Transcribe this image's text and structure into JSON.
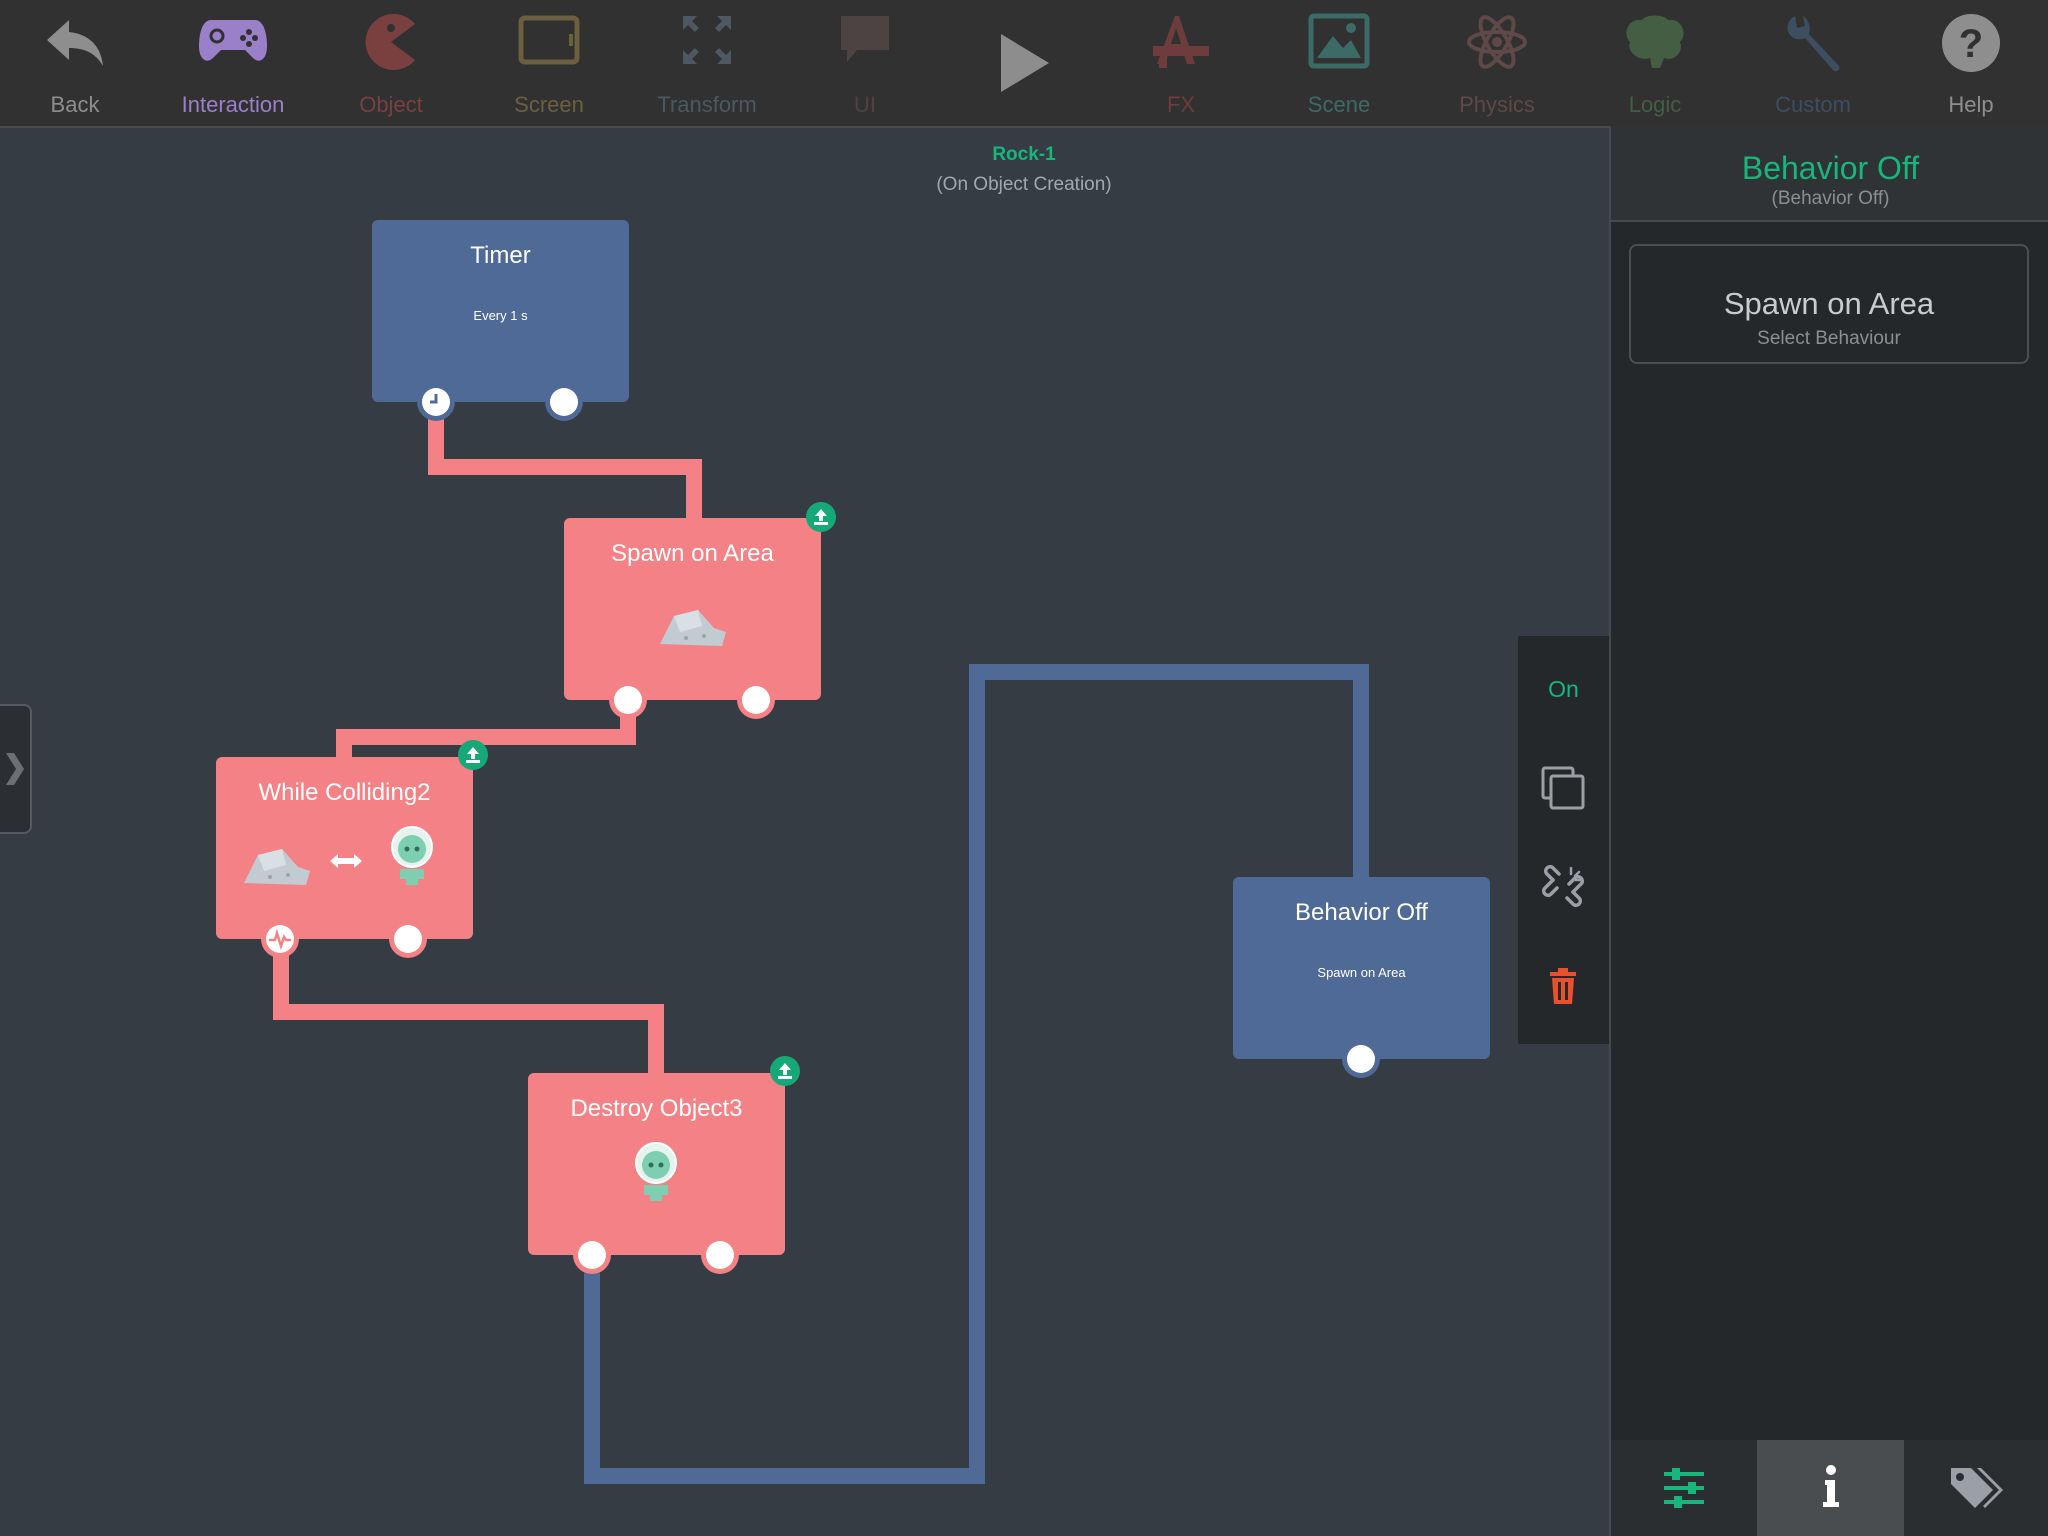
{
  "toolbar": {
    "items": [
      {
        "label": "Back",
        "icon": "back-arrow-icon",
        "color": "#8e8e8e"
      },
      {
        "label": "Interaction",
        "icon": "gamepad-icon",
        "color": "#9a80c9"
      },
      {
        "label": "Object",
        "icon": "pacman-icon",
        "color": "#7a3f3f"
      },
      {
        "label": "Screen",
        "icon": "tablet-screen-icon",
        "color": "#6a6040"
      },
      {
        "label": "Transform",
        "icon": "expand-arrows-icon",
        "color": "#4d5860"
      },
      {
        "label": "UI",
        "icon": "speech-bubble-icon",
        "color": "#4e4343"
      },
      {
        "label": "",
        "icon": "play-icon",
        "color": "#8d8d8d"
      },
      {
        "label": "FX",
        "icon": "fx-icon",
        "color": "#6e3c3c"
      },
      {
        "label": "Scene",
        "icon": "image-icon",
        "color": "#3c6b66"
      },
      {
        "label": "Physics",
        "icon": "atom-icon",
        "color": "#5e4848"
      },
      {
        "label": "Logic",
        "icon": "brain-icon",
        "color": "#435e43"
      },
      {
        "label": "Custom",
        "icon": "wrench-icon",
        "color": "#3d4e60"
      },
      {
        "label": "Help",
        "icon": "help-icon",
        "color": "#8e8e8e"
      }
    ]
  },
  "canvas": {
    "object_name": "Rock-1",
    "event_name": "(On Object Creation)"
  },
  "nodes": {
    "timer": {
      "title": "Timer",
      "subtitle": "Every 1 s"
    },
    "spawn": {
      "title": "Spawn on Area"
    },
    "colliding": {
      "title": "While Colliding2"
    },
    "destroy": {
      "title": "Destroy Object3"
    },
    "behavior_off": {
      "title": "Behavior Off",
      "subtitle": "Spawn on Area"
    }
  },
  "side_tools": {
    "toggle_label": "On",
    "accent": "#17b67c",
    "delete_color": "#e8512d"
  },
  "panel": {
    "title": "Behavior Off",
    "subtitle": "(Behavior Off)",
    "card_title": "Spawn on Area",
    "card_subtitle": "Select Behaviour",
    "tabs": [
      "settings-tab",
      "info-tab",
      "tags-tab"
    ]
  },
  "colors": {
    "accent_green": "#17b67c",
    "node_red": "#f48185",
    "node_blue": "#4f6a96",
    "canvas_bg": "#363c44"
  }
}
